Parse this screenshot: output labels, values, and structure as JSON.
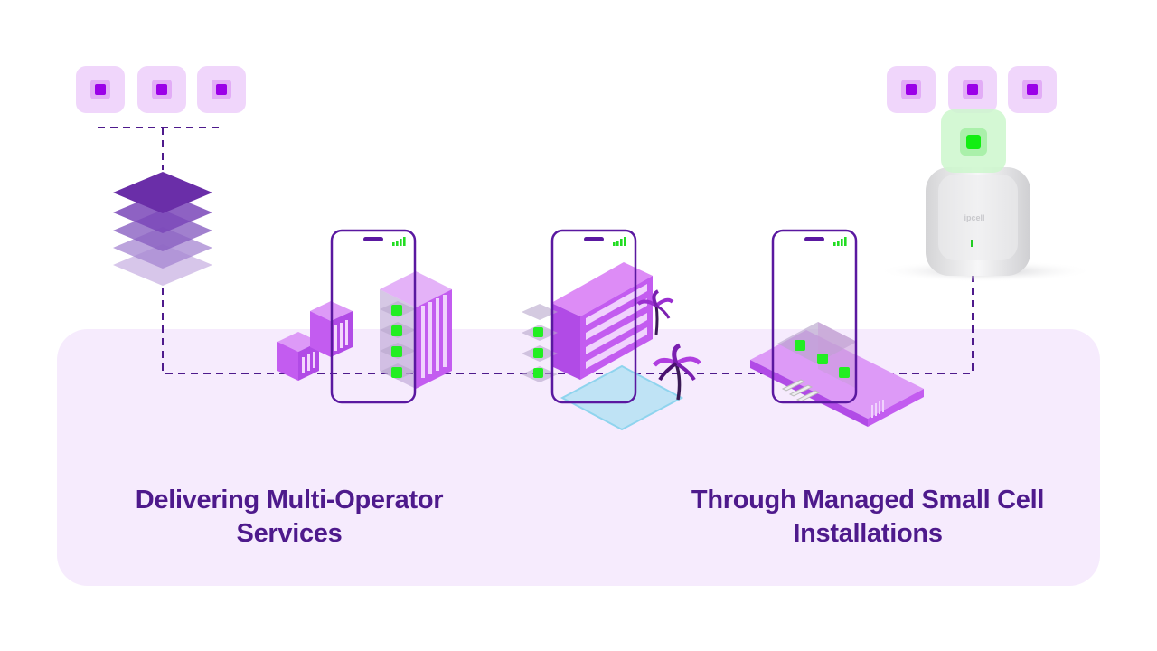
{
  "captions": {
    "left": "Delivering Multi-Operator Services",
    "right": "Through Managed Small Cell Installations"
  },
  "device": {
    "label": "ipcell"
  },
  "operator_chips": {
    "left_count": 3,
    "right_count": 3,
    "color": "#9b00e8",
    "background": "#f0d6fb"
  },
  "colors": {
    "accent": "#4e1a8c",
    "building": "#c35cf0",
    "active_node": "#22ee22",
    "panel": "#f6ebfd"
  },
  "icons": {
    "layers": "layers-stack-icon",
    "phone": "smartphone-icon",
    "signal": "signal-bars-icon",
    "palm": "palm-tree-icon",
    "pool": "pool-icon",
    "device": "small-cell-device-icon"
  }
}
